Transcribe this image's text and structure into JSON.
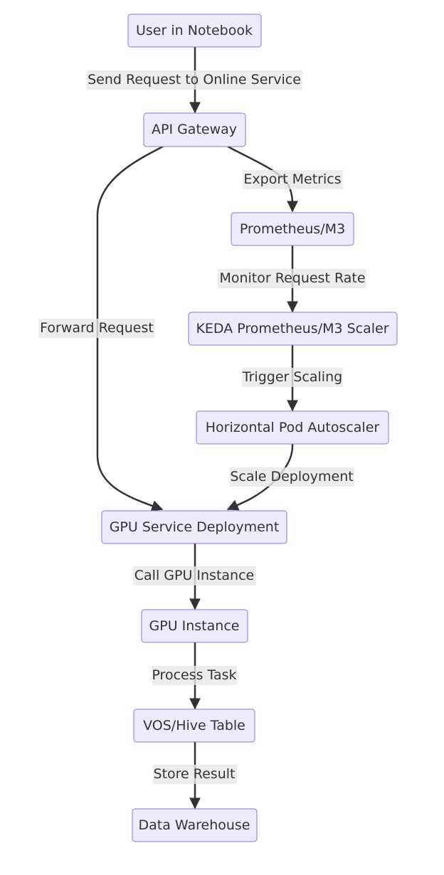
{
  "diagram": {
    "nodes": {
      "user": "User in Notebook",
      "gateway": "API Gateway",
      "prometheus": "Prometheus/M3",
      "keda": "KEDA Prometheus/M3 Scaler",
      "hpa": "Horizontal Pod Autoscaler",
      "gpu_deploy": "GPU Service Deployment",
      "gpu_instance": "GPU Instance",
      "vos": "VOS/Hive Table",
      "warehouse": "Data Warehouse"
    },
    "edges": {
      "send_request": "Send Request to Online Service",
      "export_metrics": "Export Metrics",
      "monitor_rate": "Monitor Request Rate",
      "trigger_scaling": "Trigger Scaling",
      "scale_deployment": "Scale Deployment",
      "forward_request": "Forward Request",
      "call_gpu": "Call GPU Instance",
      "process_task": "Process Task",
      "store_result": "Store Result"
    }
  }
}
